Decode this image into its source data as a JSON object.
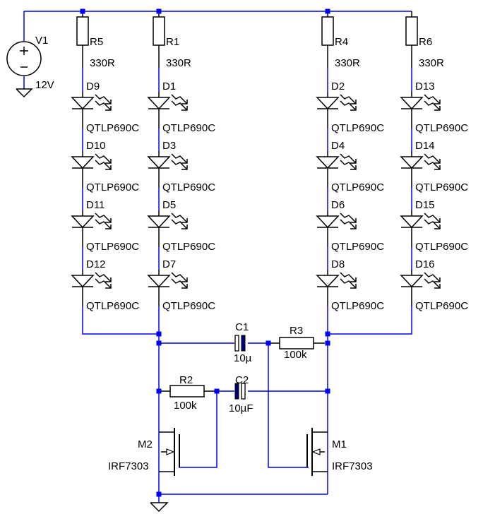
{
  "colors": {
    "wire": "#0000ff",
    "junction": "#0000ff",
    "component": "#000000",
    "label": "#000000",
    "capacitor_plate": "#00007f",
    "background": "#ffffff"
  },
  "source": {
    "ref": "V1",
    "value": "12V",
    "icon": "dc-voltage-source-icon"
  },
  "resistors": [
    {
      "id": "r5",
      "ref": "R5",
      "value": "330R"
    },
    {
      "id": "r1",
      "ref": "R1",
      "value": "330R"
    },
    {
      "id": "r4",
      "ref": "R4",
      "value": "330R"
    },
    {
      "id": "r6",
      "ref": "R6",
      "value": "330R"
    },
    {
      "id": "r2",
      "ref": "R2",
      "value": "100k"
    },
    {
      "id": "r3",
      "ref": "R3",
      "value": "100k"
    }
  ],
  "led_strings": [
    {
      "column": "col1",
      "leds": [
        {
          "ref": "D9",
          "value": "QTLP690C"
        },
        {
          "ref": "D10",
          "value": "QTLP690C"
        },
        {
          "ref": "D11",
          "value": "QTLP690C"
        },
        {
          "ref": "D12",
          "value": "QTLP690C"
        }
      ]
    },
    {
      "column": "col2",
      "leds": [
        {
          "ref": "D1",
          "value": "QTLP690C"
        },
        {
          "ref": "D3",
          "value": "QTLP690C"
        },
        {
          "ref": "D5",
          "value": "QTLP690C"
        },
        {
          "ref": "D7",
          "value": "QTLP690C"
        }
      ]
    },
    {
      "column": "col3",
      "leds": [
        {
          "ref": "D2",
          "value": "QTLP690C"
        },
        {
          "ref": "D4",
          "value": "QTLP690C"
        },
        {
          "ref": "D6",
          "value": "QTLP690C"
        },
        {
          "ref": "D8",
          "value": "QTLP690C"
        }
      ]
    },
    {
      "column": "col4",
      "leds": [
        {
          "ref": "D13",
          "value": "QTLP690C"
        },
        {
          "ref": "D14",
          "value": "QTLP690C"
        },
        {
          "ref": "D15",
          "value": "QTLP690C"
        },
        {
          "ref": "D16",
          "value": "QTLP690C"
        }
      ]
    }
  ],
  "capacitors": [
    {
      "id": "c1",
      "ref": "C1",
      "value": "10µ"
    },
    {
      "id": "c2",
      "ref": "C2",
      "value": "10µF"
    }
  ],
  "transistors": [
    {
      "id": "m2",
      "ref": "M2",
      "value": "IRF7303"
    },
    {
      "id": "m1",
      "ref": "M1",
      "value": "IRF7303"
    }
  ],
  "icons": {
    "ground": "ground-icon",
    "led": "led-icon",
    "resistor": "resistor-icon",
    "capacitor": "polarized-capacitor-icon",
    "mosfet": "nmos-transistor-icon"
  }
}
